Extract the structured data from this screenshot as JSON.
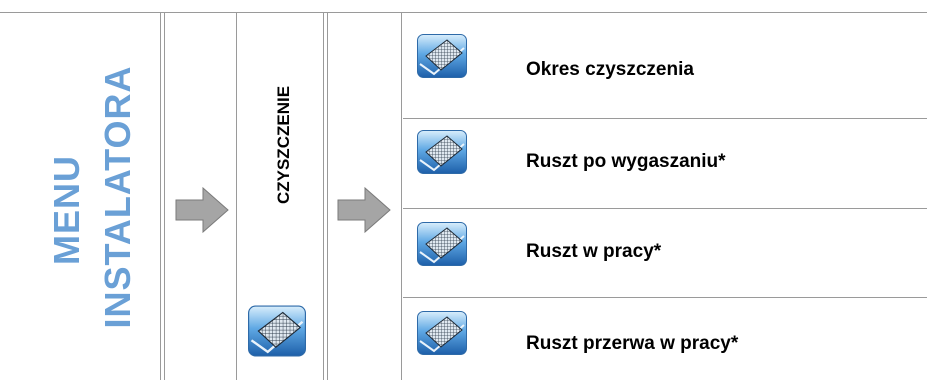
{
  "menu": {
    "line1": "MENU",
    "line2": "INSTALATORA",
    "color": "#6aa0d6"
  },
  "section": {
    "label": "CZYSZCZENIE",
    "icon": "grate-icon"
  },
  "items": [
    {
      "label": "Okres czyszczenia",
      "icon": "grate-icon"
    },
    {
      "label": "Ruszt po wygaszaniu*",
      "icon": "grate-icon"
    },
    {
      "label": "Ruszt w pracy*",
      "icon": "grate-icon"
    },
    {
      "label": "Ruszt przerwa w pracy*",
      "icon": "grate-icon"
    }
  ]
}
